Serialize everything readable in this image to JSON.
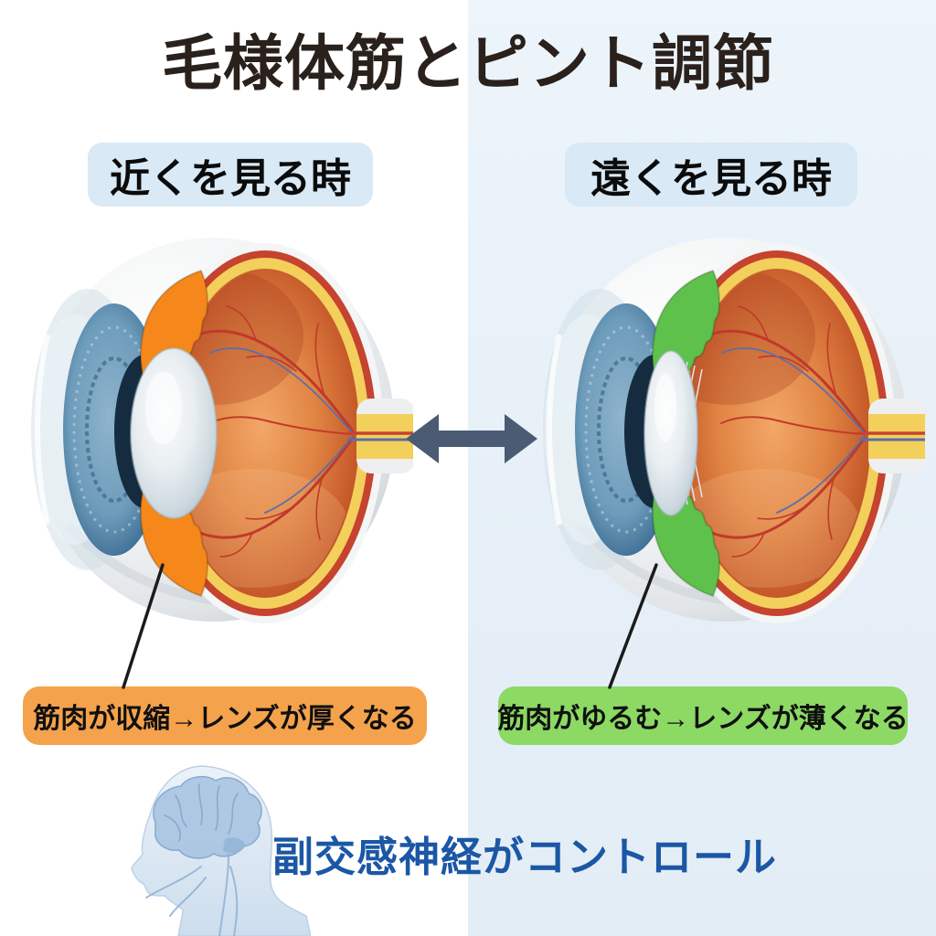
{
  "title": {
    "text": "毛様体筋とピント調節",
    "color": "#2A211C"
  },
  "near_panel": {
    "header": "近くを見る時",
    "caption": "筋肉が収縮→レンズが厚くなる",
    "caption_bg": "#F5A24C",
    "muscle_color": "#F6871A",
    "illustration": "eye-cross-section-thick-lens"
  },
  "far_panel": {
    "header": "遠くを見る時",
    "caption": "筋肉がゆるむ→レンズが薄くなる",
    "caption_bg": "#8CD964",
    "muscle_color": "#5DC14B",
    "illustration": "eye-cross-section-thin-lens"
  },
  "arrow": {
    "icon": "double-horizontal-arrow",
    "color": "#4A5B73"
  },
  "footer": {
    "text": "副交感神経がコントロール",
    "color": "#1B57A5",
    "illustration": "head-profile-with-brain"
  },
  "background": {
    "left_half": "#FFFFFF",
    "right_half": "#E9F2F9",
    "header_badge_bg": "#D9E9F5"
  }
}
